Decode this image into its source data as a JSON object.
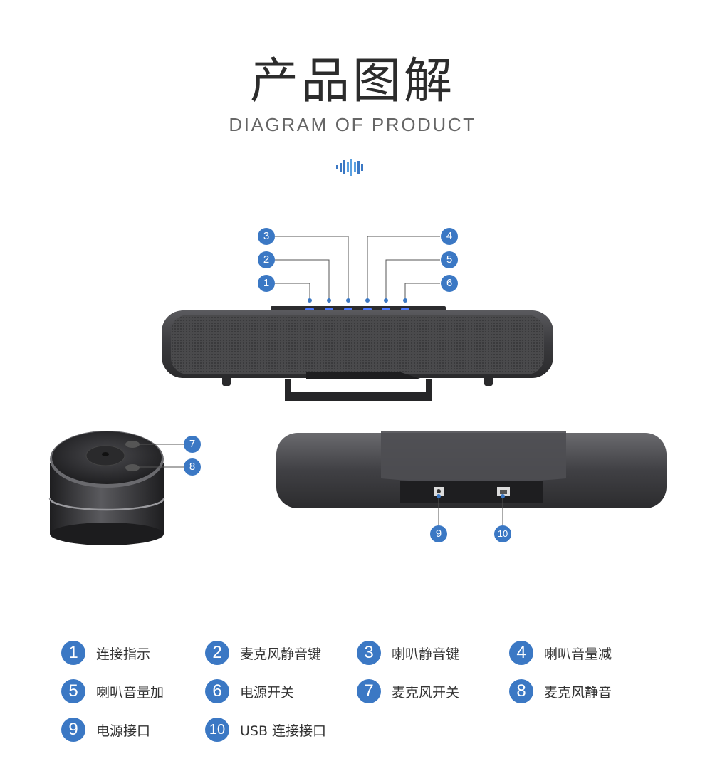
{
  "header": {
    "title": "产品图解",
    "subtitle": "DIAGRAM OF PRODUCT",
    "wave_icon": "sound-wave-icon",
    "accent_color": "#3b78c4"
  },
  "callouts": [
    "1",
    "2",
    "3",
    "4",
    "5",
    "6",
    "7",
    "8",
    "9",
    "10"
  ],
  "legend": [
    {
      "number": "1",
      "label": "连接指示"
    },
    {
      "number": "2",
      "label": "麦克风静音键"
    },
    {
      "number": "3",
      "label": "喇叭静音键"
    },
    {
      "number": "4",
      "label": "喇叭音量减"
    },
    {
      "number": "5",
      "label": "喇叭音量加"
    },
    {
      "number": "6",
      "label": "电源开关"
    },
    {
      "number": "7",
      "label": "麦克风开关"
    },
    {
      "number": "8",
      "label": "麦克风静音"
    },
    {
      "number": "9",
      "label": "电源接口"
    },
    {
      "number": "10",
      "label": "USB 连接接口"
    }
  ]
}
